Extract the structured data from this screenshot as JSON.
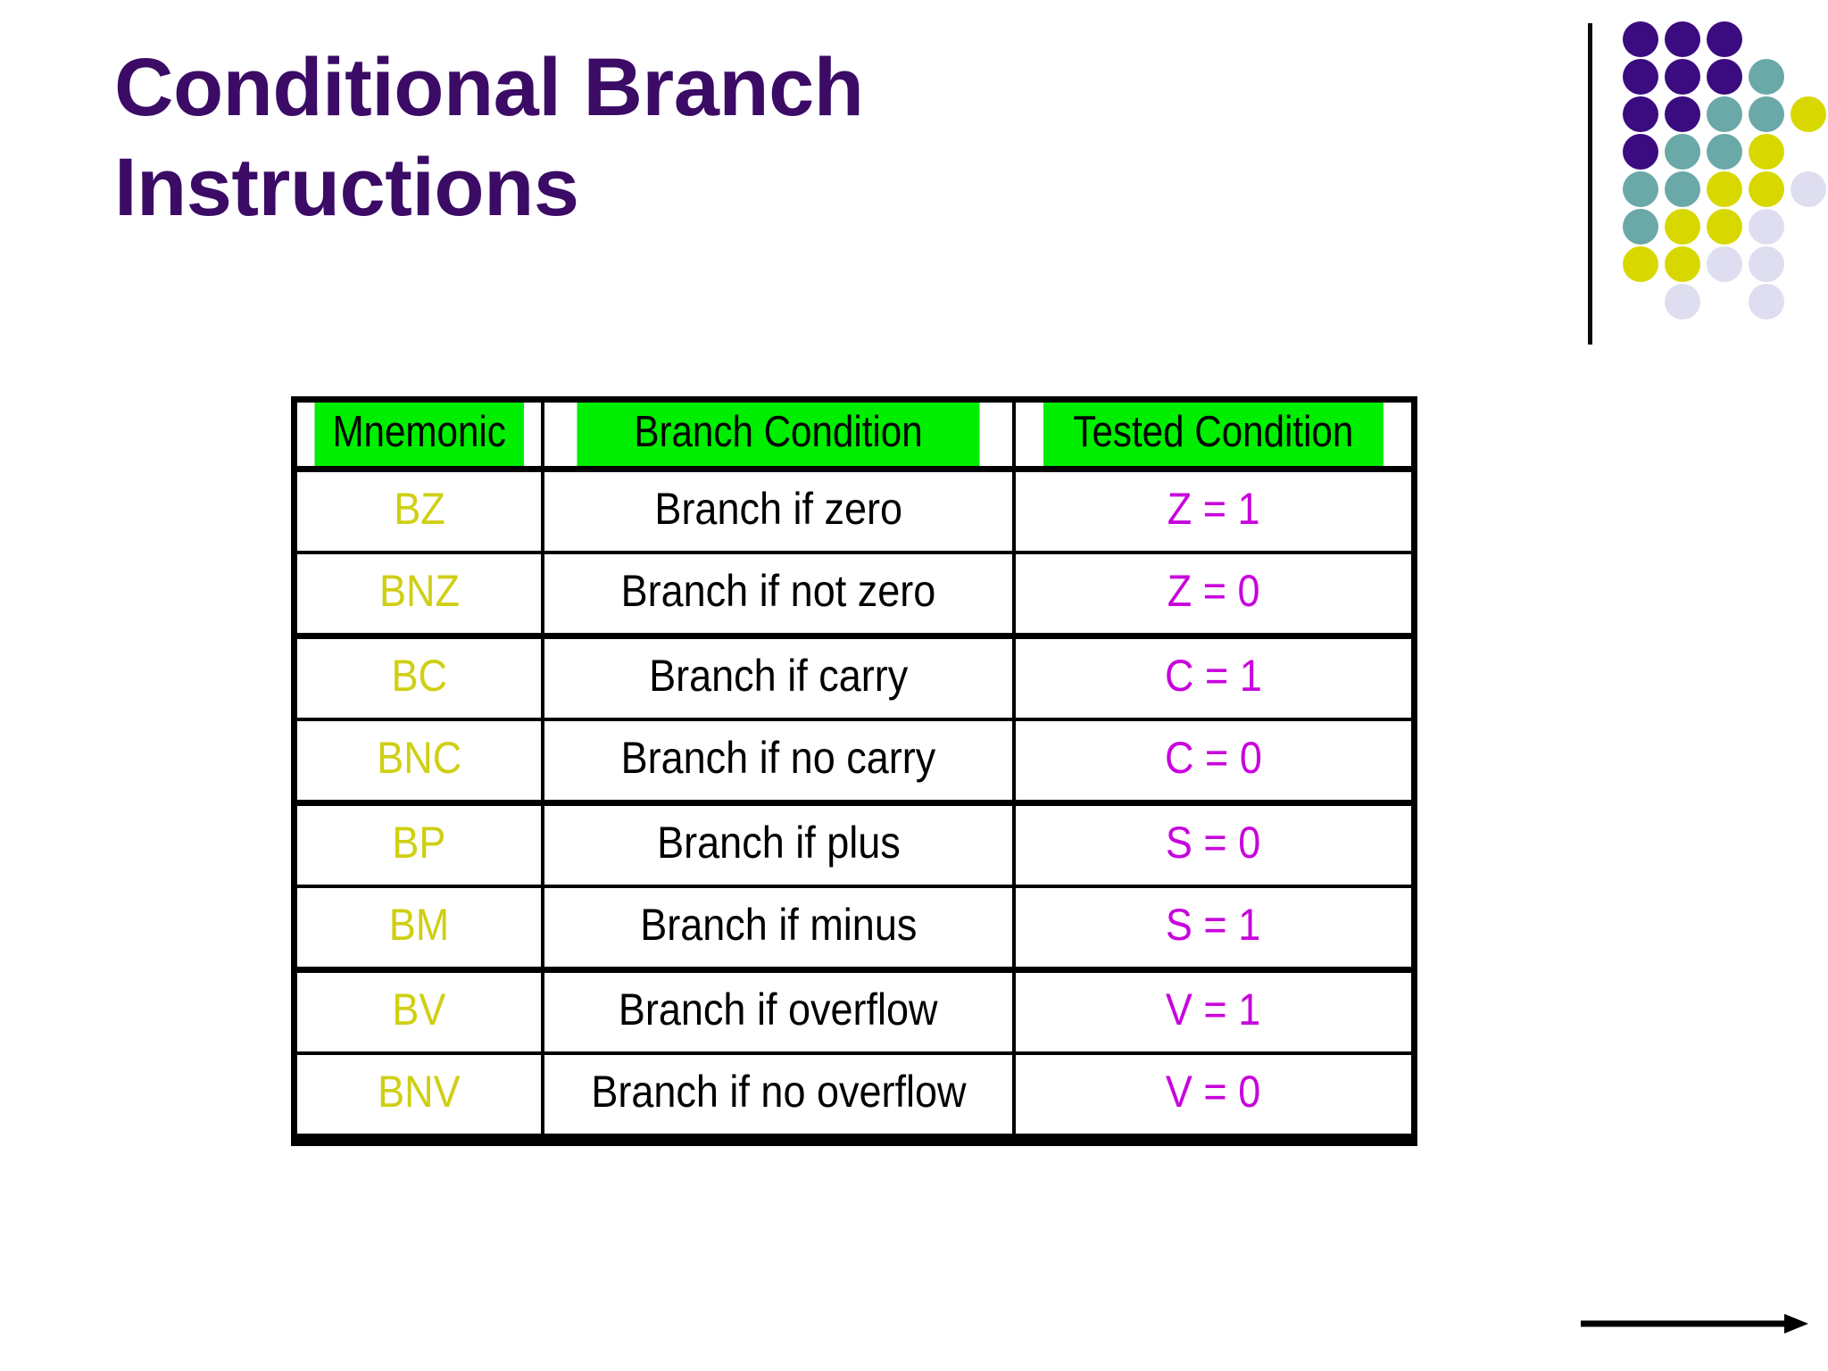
{
  "slide": {
    "title": "Conditional Branch Instructions",
    "title_line1": "Conditional Branch",
    "title_line2": "Instructions",
    "title_color": "#3B0B66",
    "background_color": "#FFFFFF"
  },
  "logo": {
    "name": "dot-grid-logo",
    "colors": {
      "purple": "#3B0B80",
      "teal": "#6BA8A8",
      "yellow": "#D8D800",
      "lavender": "#DEDEF0"
    },
    "rows": [
      [
        "purple",
        "purple",
        "purple",
        "",
        ""
      ],
      [
        "purple",
        "purple",
        "purple",
        "teal",
        ""
      ],
      [
        "purple",
        "purple",
        "teal",
        "teal",
        "yellow"
      ],
      [
        "purple",
        "teal",
        "teal",
        "yellow",
        ""
      ],
      [
        "teal",
        "teal",
        "yellow",
        "yellow",
        "lavender"
      ],
      [
        "teal",
        "yellow",
        "yellow",
        "lavender",
        ""
      ],
      [
        "yellow",
        "yellow",
        "lavender",
        "lavender",
        ""
      ],
      [
        "",
        "lavender",
        "",
        "lavender",
        ""
      ]
    ]
  },
  "table": {
    "header_background": "#00EE00",
    "mnemonic_color": "#CFCF14",
    "condition_color": "#000000",
    "tested_color": "#C803DD",
    "columns": [
      "Mnemonic",
      "Branch Condition",
      "Tested Condition"
    ],
    "rows": [
      {
        "mnemonic": "BZ",
        "condition": "Branch if zero",
        "tested": "Z = 1"
      },
      {
        "mnemonic": "BNZ",
        "condition": "Branch if not zero",
        "tested": "Z = 0"
      },
      {
        "mnemonic": "BC",
        "condition": "Branch if carry",
        "tested": "C = 1"
      },
      {
        "mnemonic": "BNC",
        "condition": "Branch if no carry",
        "tested": "C = 0"
      },
      {
        "mnemonic": "BP",
        "condition": "Branch if plus",
        "tested": "S = 0"
      },
      {
        "mnemonic": "BM",
        "condition": "Branch if minus",
        "tested": "S = 1"
      },
      {
        "mnemonic": "BV",
        "condition": "Branch if overflow",
        "tested": "V = 1"
      },
      {
        "mnemonic": "BNV",
        "condition": "Branch if no overflow",
        "tested": "V = 0"
      }
    ]
  },
  "decoration": {
    "arrow": "right-arrow"
  }
}
